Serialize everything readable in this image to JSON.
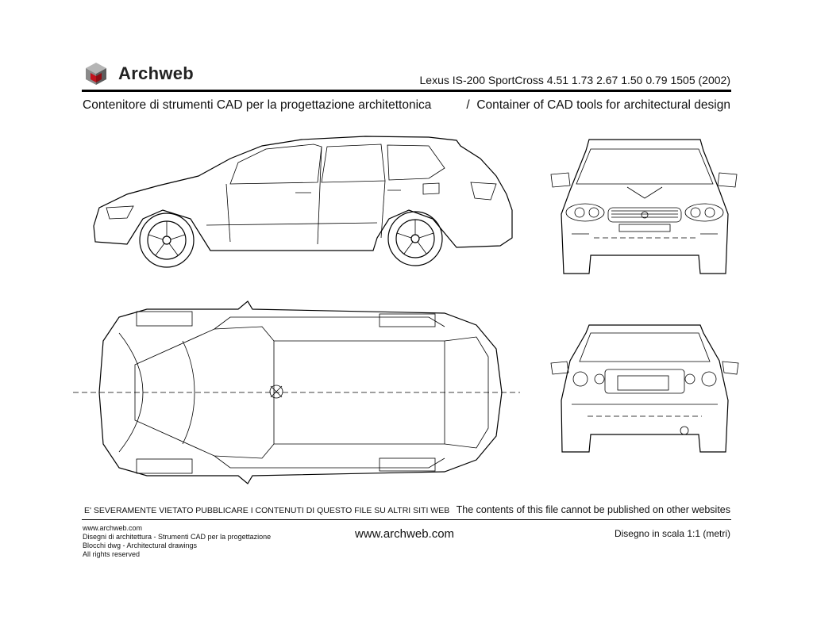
{
  "header": {
    "brand": "Archweb",
    "model_line": "Lexus IS-200 SportCross 4.51 1.73 2.67 1.50 0.79 1505 (2002)",
    "tagline_it": "Contenitore di strumenti CAD per la progettazione architettonica",
    "separator": "/",
    "tagline_en": "Container of CAD tools for architectural design"
  },
  "warnings": {
    "it": "E' SEVERAMENTE VIETATO PUBBLICARE I CONTENUTI DI QUESTO FILE SU ALTRI SITI WEB",
    "en": "The contents of this file cannot be published on other websites"
  },
  "footer": {
    "lines": [
      "www.archweb.com",
      "Disegni di architettura - Strumenti CAD  per la progettazione",
      "Blocchi dwg - Architectural drawings",
      "All rights reserved"
    ],
    "url": "www.archweb.com",
    "scale": "Disegno in scala 1:1 (metri)"
  },
  "colors": {
    "logo_red": "#c1121c",
    "logo_grey": "#9a9a9a",
    "logo_dark": "#5c5c5c"
  },
  "icons": {
    "logo": "cube-logo-icon"
  }
}
